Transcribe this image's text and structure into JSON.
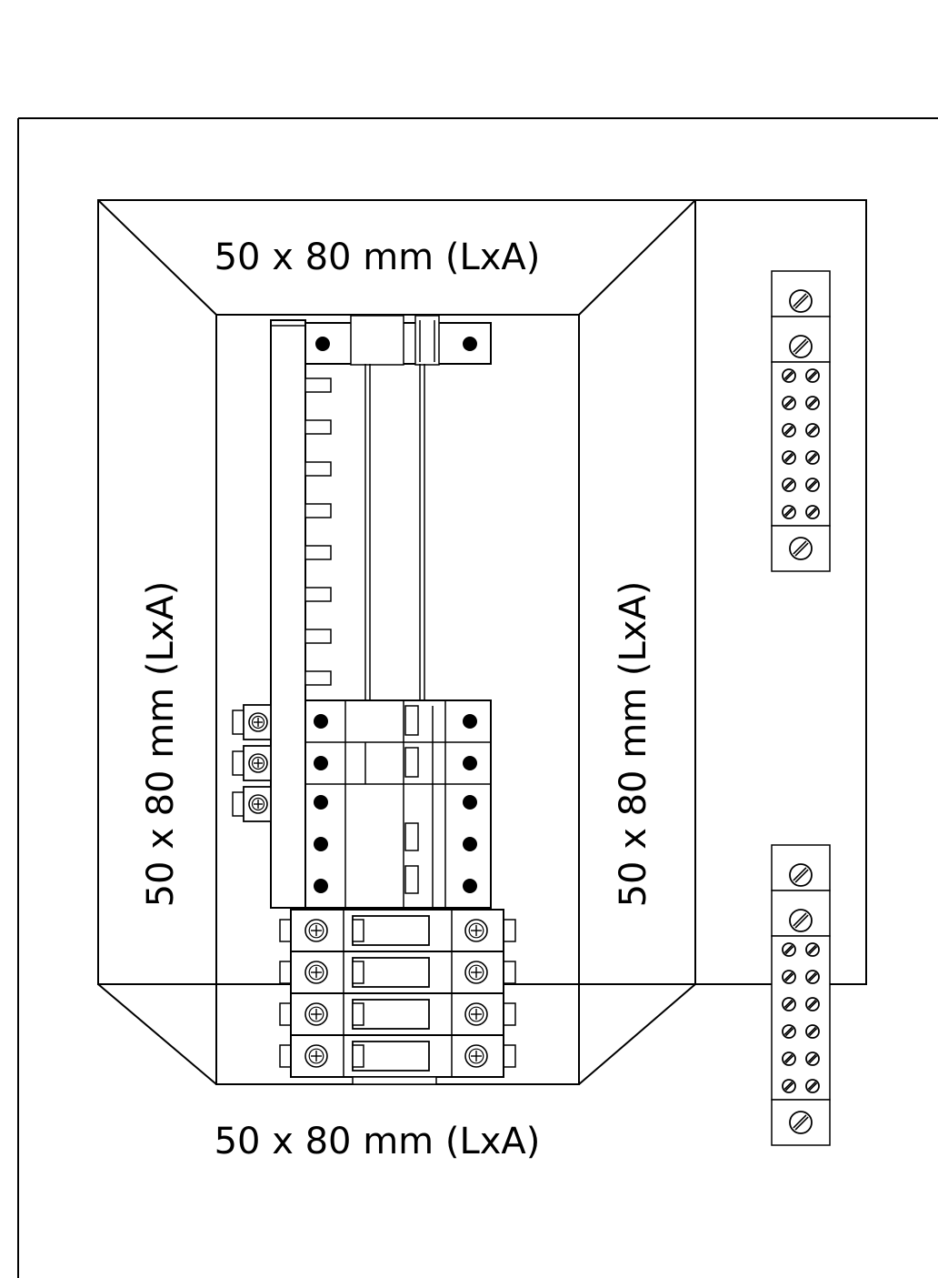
{
  "drawing": {
    "frame_labels": {
      "top": "50 x 80 mm (LxA)",
      "bottom": "50 x 80 mm (LxA)",
      "left": "50 x 80 mm (LxA)",
      "right": "50 x 80 mm (LxA)"
    },
    "components": {
      "distribution_bar_rows": 8,
      "main_breaker_modules": 3,
      "branch_breaker_modules": 4,
      "ground_clamps": 3
    },
    "terminal_blocks": [
      {
        "name": "upper",
        "top_screws": 2,
        "pair_rows": 6,
        "bottom_screws": 1
      },
      {
        "name": "lower",
        "top_screws": 2,
        "pair_rows": 6,
        "bottom_screws": 1
      }
    ],
    "colors": {
      "line": "#000000",
      "background": "#ffffff"
    }
  }
}
